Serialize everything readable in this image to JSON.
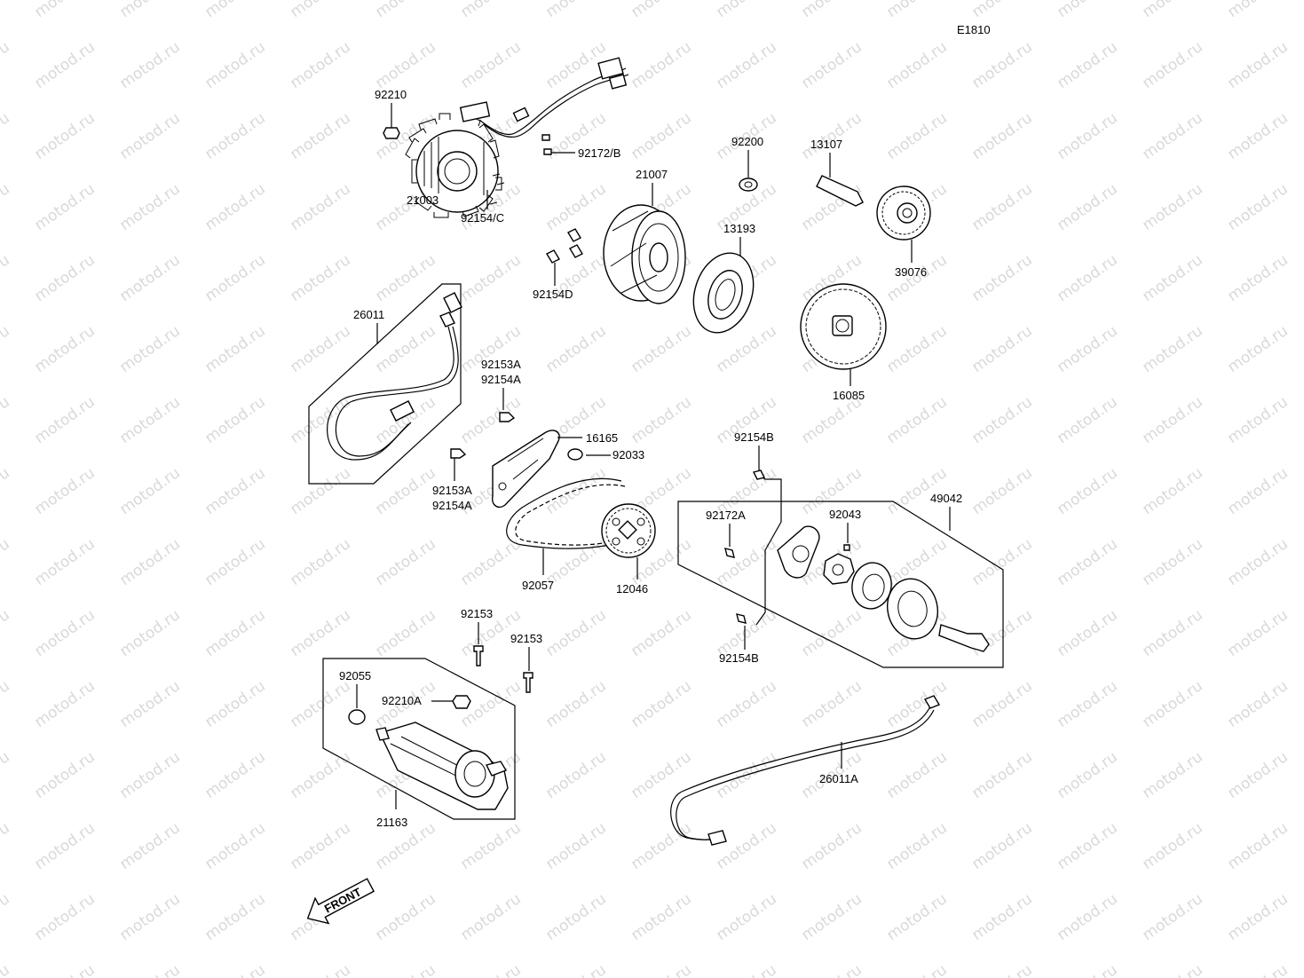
{
  "diagram_code": "E1810",
  "watermark": "motod.ru",
  "front_arrow_label": "FRONT",
  "labels": {
    "p92210": "92210",
    "p92172B": "92172/B",
    "p21003": "21003",
    "p92154C": "92154/C",
    "p21007": "21007",
    "p92200": "92200",
    "p13107": "13107",
    "p13193": "13193",
    "p39076": "39076",
    "p92154D": "92154D",
    "p26011": "26011",
    "p16085": "16085",
    "p92153A_top": "92153A",
    "p92154A_top": "92154A",
    "p16165": "16165",
    "p92033": "92033",
    "p92153A_bot": "92153A",
    "p92154A_bot": "92154A",
    "p92154B_top": "92154B",
    "p49042": "49042",
    "p92172A": "92172A",
    "p92043": "92043",
    "p92057": "92057",
    "p12046": "12046",
    "p92153_a": "92153",
    "p92153_b": "92153",
    "p92154B_bot": "92154B",
    "p92055": "92055",
    "p92210A": "92210A",
    "p26011A": "26011A",
    "p21163": "21163"
  }
}
